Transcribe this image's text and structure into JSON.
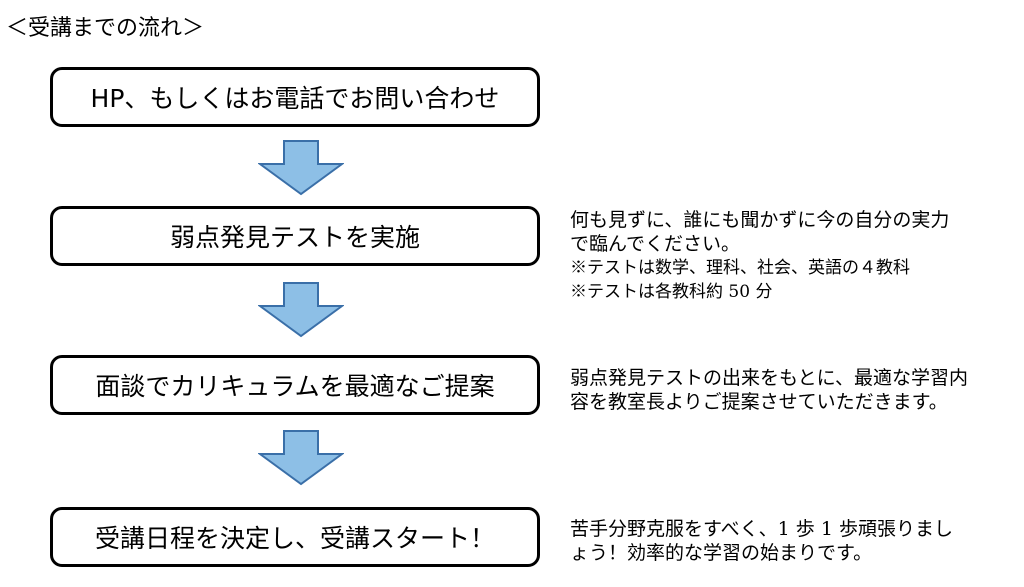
{
  "heading": "＜受講までの流れ＞",
  "steps": [
    {
      "label": "HP、もしくはお電話でお問い合わせ"
    },
    {
      "label": "弱点発見テストを実施"
    },
    {
      "label": "面談でカリキュラムを最適なご提案"
    },
    {
      "label": "受講日程を決定し、受講スタート！"
    }
  ],
  "notes": {
    "test": [
      "何も見ずに、誰にも聞かずに今の自分の実力",
      "で臨んでください。",
      "※テストは数学、理科、社会、英語の４教科",
      "※テストは各教科約 50 分"
    ],
    "interview": [
      "弱点発見テストの出来をもとに、最適な学習内",
      "容を教室長よりご提案させていただきます。"
    ],
    "start": [
      "苦手分野克服をすべく、1 歩 1 歩頑張りまし",
      "ょう！効率的な学習の始まりです。"
    ]
  },
  "colors": {
    "arrow_fill": "#8dbfe6",
    "arrow_stroke": "#3a6fa8",
    "box_border": "#000000"
  }
}
